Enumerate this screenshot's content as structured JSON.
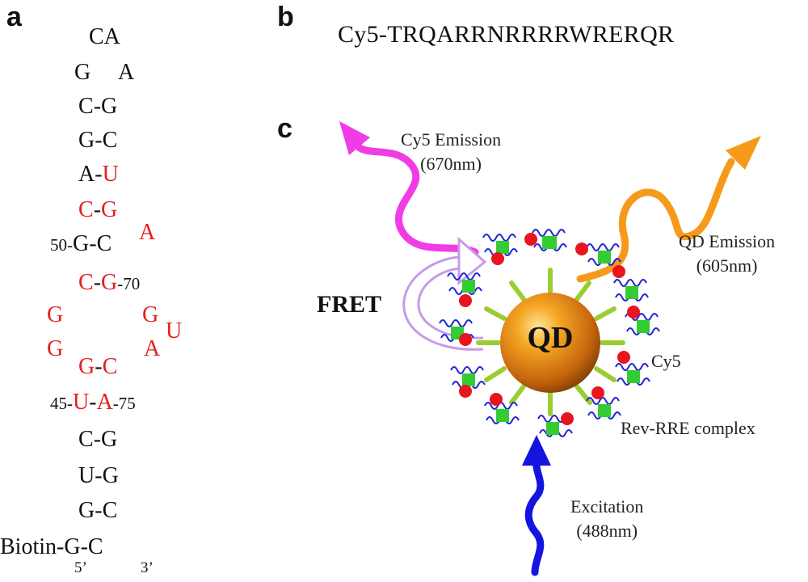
{
  "panels": {
    "a": "a",
    "b": "b",
    "c": "c"
  },
  "rna": {
    "loop": "CA",
    "r1": [
      "G",
      "A"
    ],
    "r2": [
      "C",
      "G"
    ],
    "r3": [
      "G",
      "C"
    ],
    "r4": [
      "A",
      "U"
    ],
    "r5": [
      "C",
      "G"
    ],
    "bulge_a": "A",
    "r6": [
      "G",
      "C"
    ],
    "n50": "50-",
    "r7": [
      "C",
      "G"
    ],
    "n70": "-70",
    "left_g1": "G",
    "left_g2": "G",
    "right_g": "G",
    "right_u": "U",
    "right_a": "A",
    "r8": [
      "G",
      "C"
    ],
    "r9": [
      "U",
      "A"
    ],
    "n45": "45-",
    "n75": "-75",
    "r10": [
      "C",
      "G"
    ],
    "r11": [
      "U",
      "G"
    ],
    "r12": [
      "G",
      "C"
    ],
    "biotin": "Biotin-",
    "r13": [
      "G",
      "C"
    ],
    "five_prime": "5’",
    "three_prime": "3’",
    "dash": "-"
  },
  "peptide": "Cy5-TRQARRNRRRRWRERQR",
  "diagram": {
    "cy5_emission": "Cy5 Emission\n(670nm)",
    "qd_emission": "QD Emission\n(605nm)",
    "fret": "FRET",
    "qd": "QD",
    "cy5": "Cy5",
    "complex": "Rev-RRE complex",
    "excitation": "Excitation\n(488nm)",
    "colors": {
      "cy5_arrow": "#f03ce6",
      "qd_arrow": "#f59a1a",
      "excitation_arrow": "#1414e0",
      "fret_arrow": "#c79be8",
      "cy5_dot": "#e8141e",
      "rna_strand": "#2323d6",
      "peptide": "#33cc33",
      "linker": "#9acd32"
    }
  }
}
